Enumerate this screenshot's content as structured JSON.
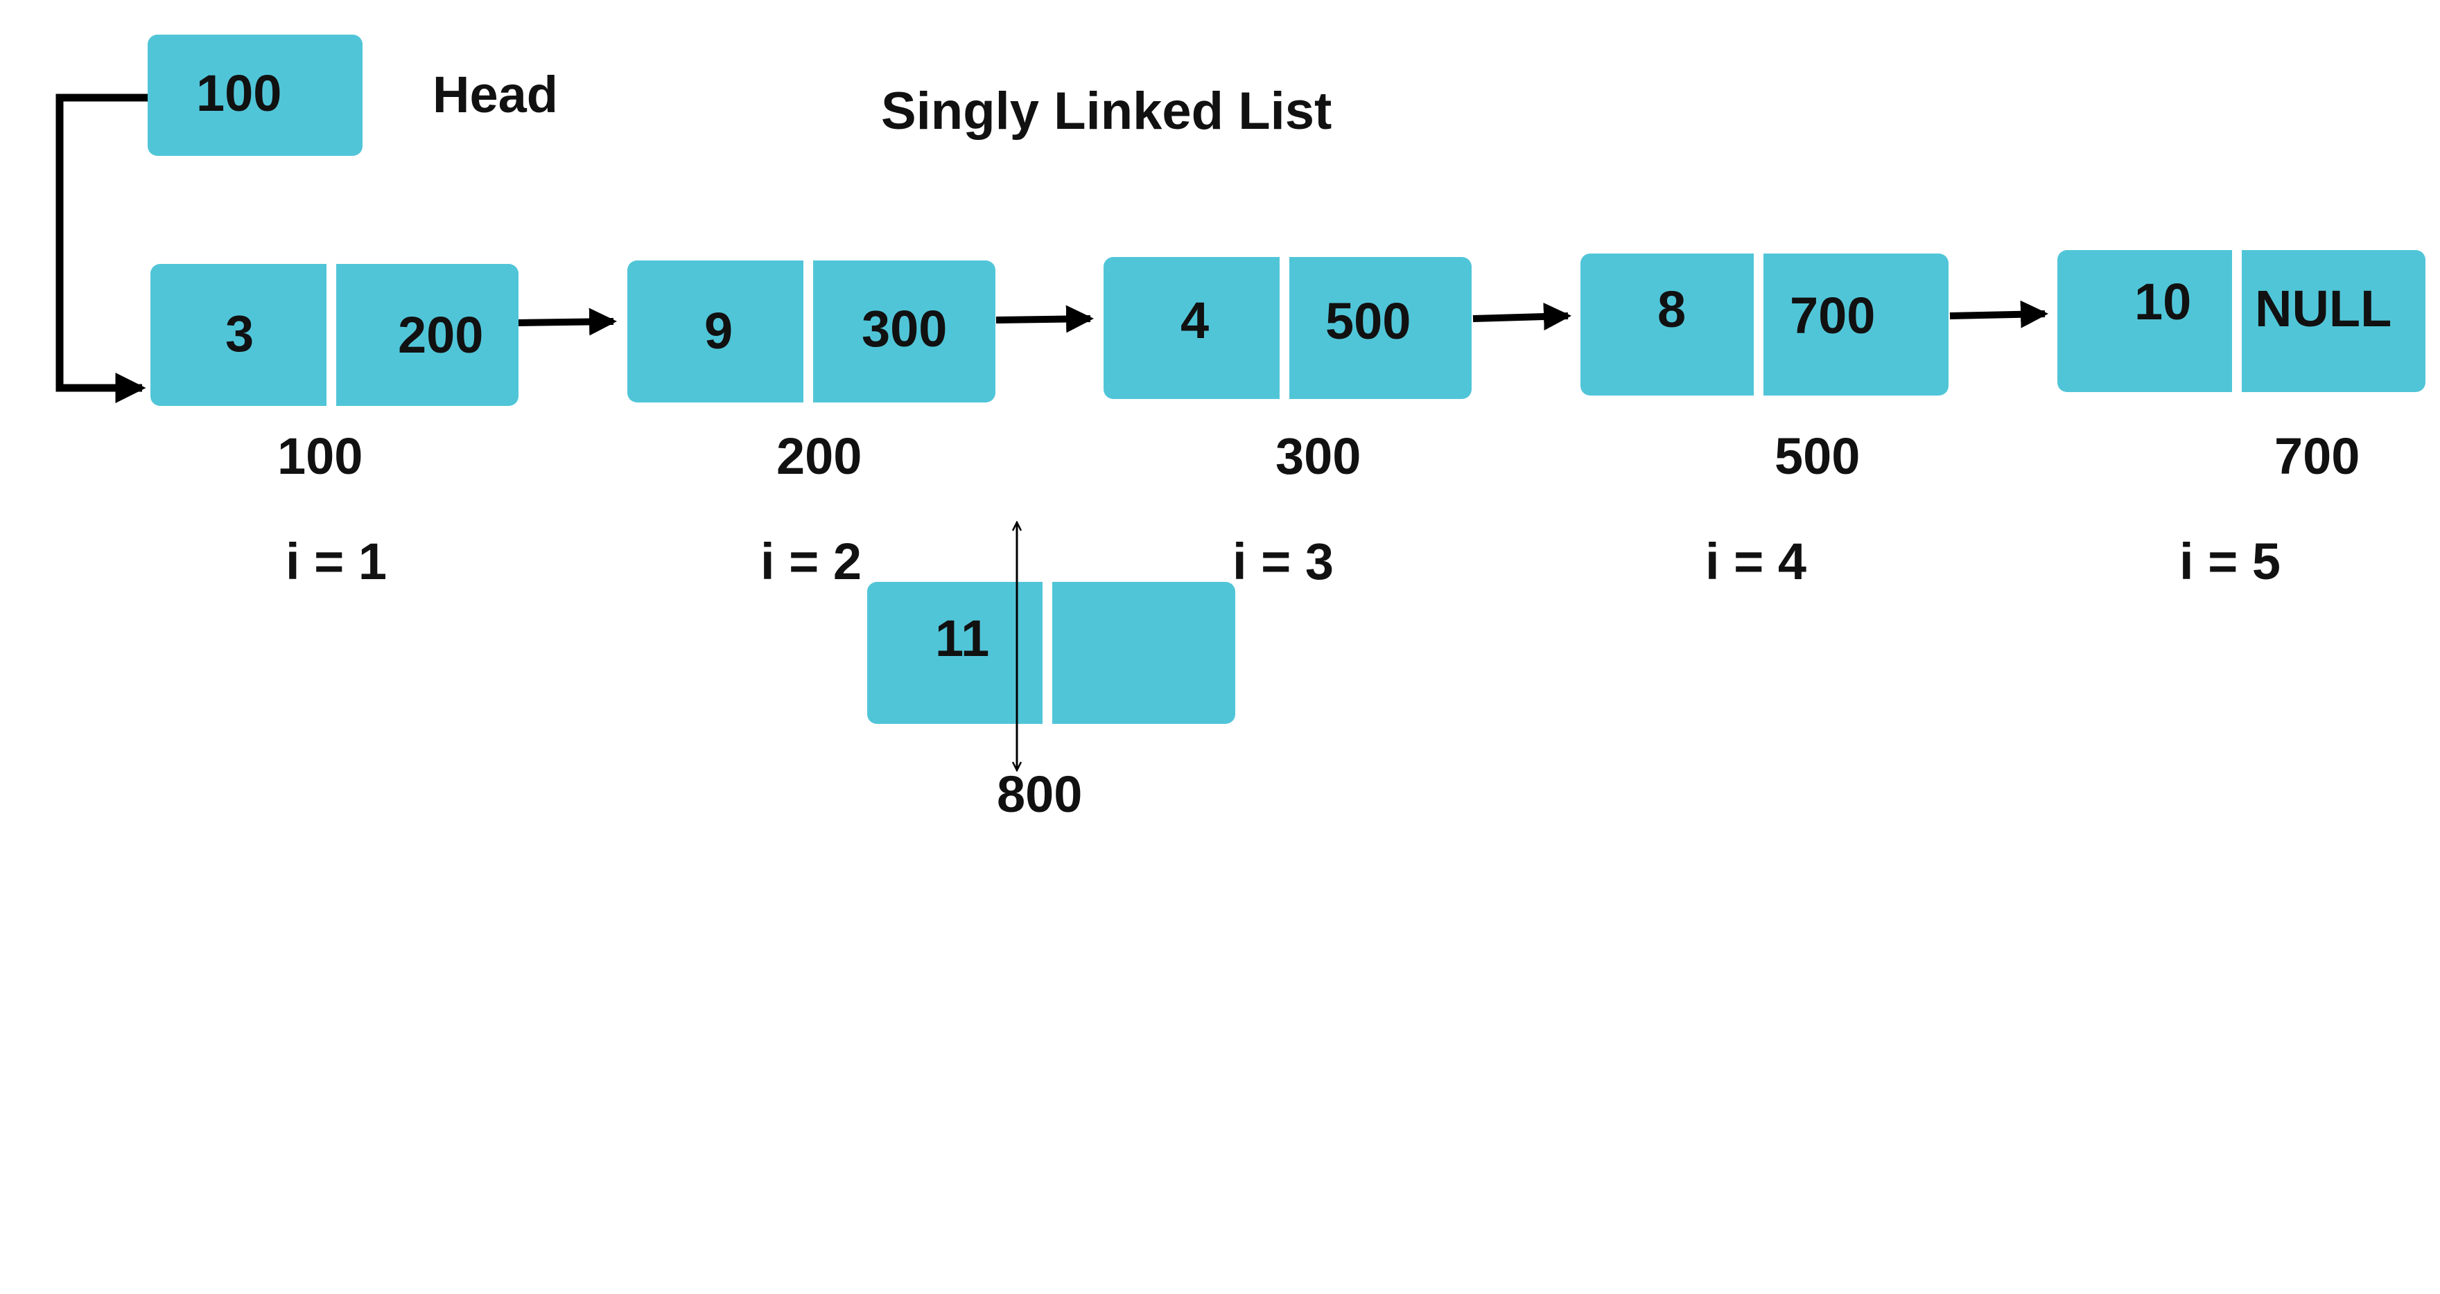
{
  "diagram": {
    "title": "Singly Linked List",
    "head": {
      "value": "100",
      "label": "Head"
    },
    "nodes": [
      {
        "data": "3",
        "next": "200",
        "address": "100",
        "index": "i = 1"
      },
      {
        "data": "9",
        "next": "300",
        "address": "200",
        "index": "i = 2"
      },
      {
        "data": "4",
        "next": "500",
        "address": "300",
        "index": "i = 3"
      },
      {
        "data": "8",
        "next": "700",
        "address": "500",
        "index": "i = 4"
      },
      {
        "data": "10",
        "next": "NULL",
        "address": "700",
        "index": "i = 5"
      }
    ],
    "new_node": {
      "data": "11",
      "next": "",
      "address": "800"
    },
    "colors": {
      "node_fill": "#51c5d8",
      "separator": "#ffffff",
      "arrow": "#000000",
      "text": "#111111"
    }
  }
}
